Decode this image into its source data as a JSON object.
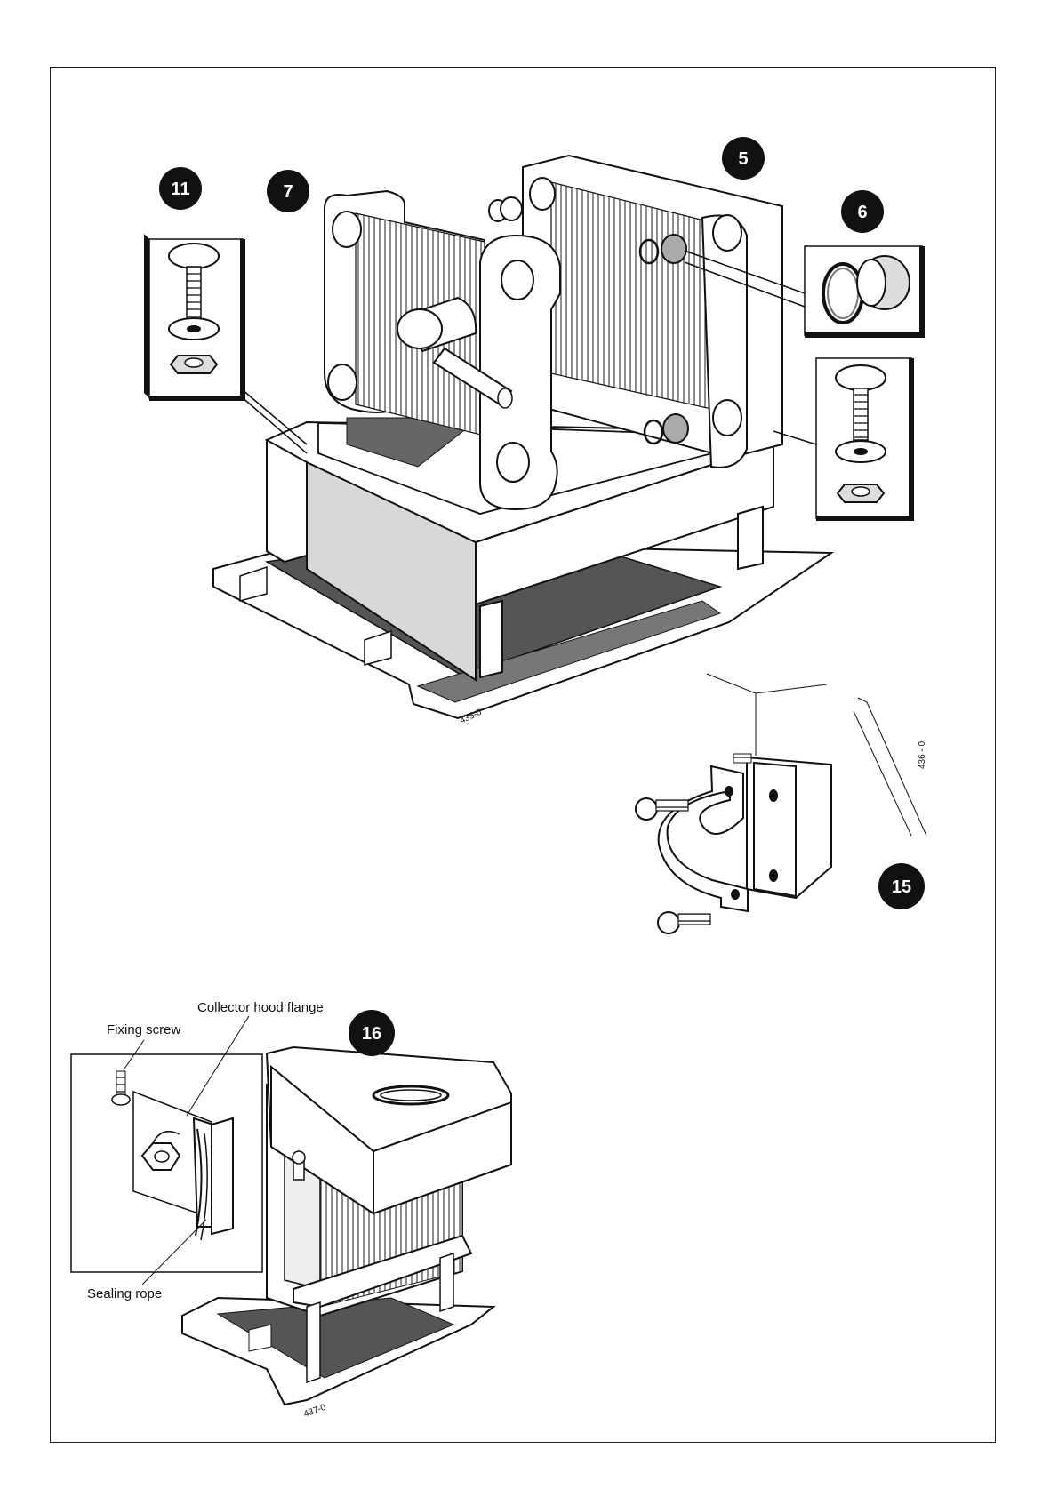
{
  "callouts": {
    "c11": "11",
    "c7": "7",
    "c5": "5",
    "c6": "6",
    "c15": "15",
    "c16": "16"
  },
  "figure_refs": {
    "fig1": "435-0",
    "fig2": "436 - 0",
    "fig3": "437-0"
  },
  "labels": {
    "fixing_screw": "Fixing screw",
    "collector_hood_flange": "Collector hood flange",
    "sealing_rope": "Sealing rope"
  }
}
